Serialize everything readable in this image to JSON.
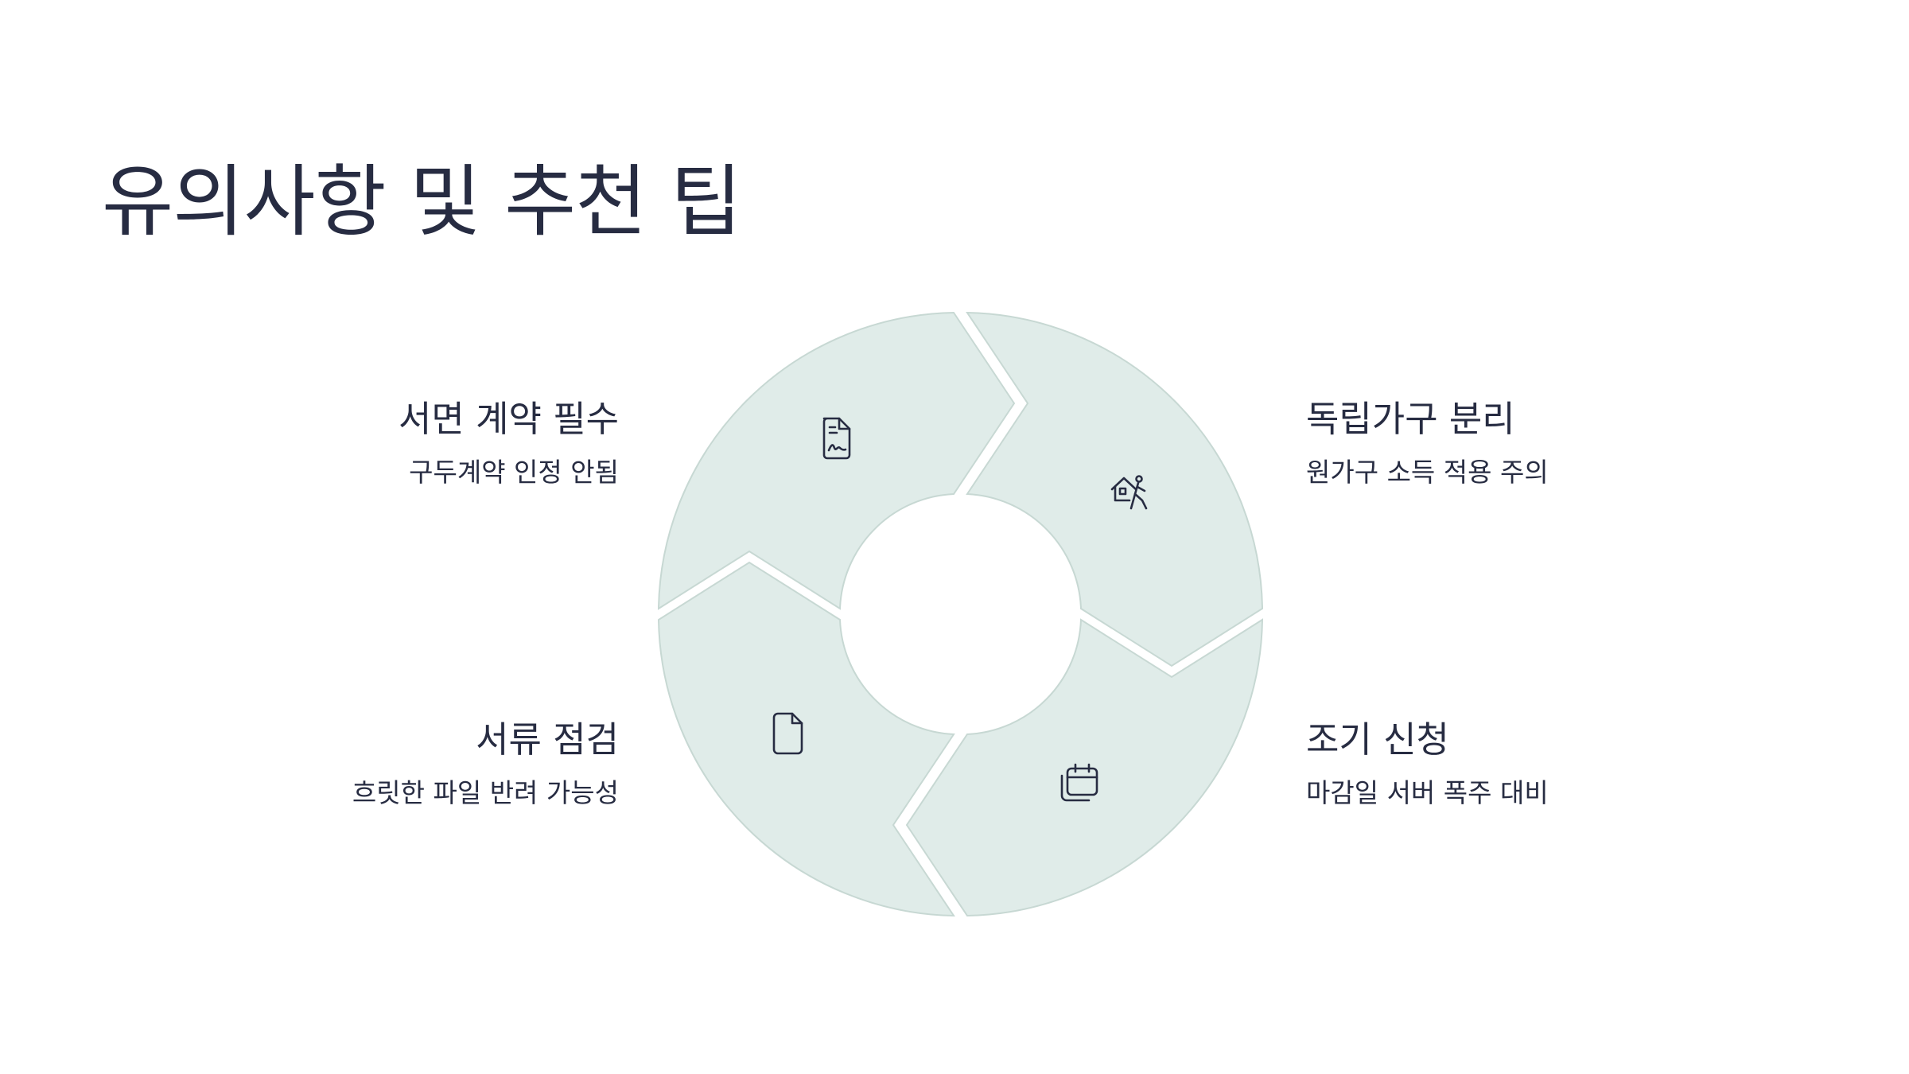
{
  "title": "유의사항 및 추천 팁",
  "colors": {
    "segment_fill": "#e0ece9",
    "segment_stroke": "#c7d8d3",
    "text": "#272c42",
    "background": "#ffffff"
  },
  "items": [
    {
      "id": "tl",
      "title": "서면 계약 필수",
      "desc": "구두계약 인정 안됨",
      "icon": "document-signature-icon"
    },
    {
      "id": "tr",
      "title": "독립가구 분리",
      "desc": "원가구 소득 적용 주의",
      "icon": "person-leaving-home-icon"
    },
    {
      "id": "bl",
      "title": "서류 점검",
      "desc": "흐릿한 파일 반려 가능성",
      "icon": "file-icon"
    },
    {
      "id": "br",
      "title": "조기 신청",
      "desc": "마감일 서버 폭주 대비",
      "icon": "calendar-stack-icon"
    }
  ]
}
